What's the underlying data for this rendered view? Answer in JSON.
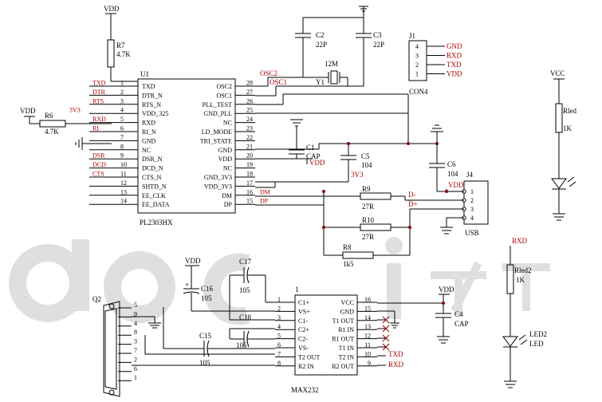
{
  "parts": {
    "vdd_r7": "VDD",
    "r7": {
      "ref": "R7",
      "val": "4.7K"
    },
    "u1": {
      "ref": "U1",
      "part": "PL2303HX"
    },
    "c2": {
      "ref": "C2",
      "val": "22P"
    },
    "c3": {
      "ref": "C3",
      "val": "22P"
    },
    "y1": {
      "ref": "Y1",
      "val": "12M"
    },
    "j1": {
      "ref": "J1",
      "part": "CON4",
      "pins": [
        "4",
        "3",
        "2",
        "1"
      ],
      "labels": [
        "GND",
        "RXD",
        "TXD",
        "VDD"
      ]
    },
    "vdd_r6": "VDD",
    "r6": {
      "ref": "R6",
      "val": "4.7K"
    },
    "c1": {
      "ref": "C1",
      "val": "CAP"
    },
    "c5": {
      "ref": "C5",
      "val": "104"
    },
    "c6": {
      "ref": "C6",
      "val": "104"
    },
    "j4": {
      "ref": "J4",
      "part": "USB",
      "pins": [
        "1",
        "2",
        "3",
        "4"
      ]
    },
    "vcc": "VCC",
    "rled": {
      "ref": "Rled",
      "val": "1K"
    },
    "rxd_top": "RXD",
    "rled2": {
      "ref": "Rled2",
      "val": "1K"
    },
    "led2": {
      "ref": "LED2",
      "val": "LED"
    },
    "r9": {
      "ref": "R9",
      "val": "27R"
    },
    "r10": {
      "ref": "R10",
      "val": "27R"
    },
    "r8": {
      "ref": "R8",
      "val": "1k5"
    },
    "vdd_c16": "VDD",
    "c16": {
      "ref": "C16",
      "val": "105"
    },
    "c17": {
      "ref": "C17",
      "val": "105"
    },
    "c18": {
      "ref": "C18",
      "val": "105"
    },
    "c15": {
      "ref": "C15",
      "val": "105"
    },
    "c4": {
      "ref": "C4",
      "val": "CAP"
    },
    "vdd_c4": "VDD",
    "q2": {
      "ref": "Q2",
      "pins": [
        "5",
        "9",
        "4",
        "8",
        "3",
        "7",
        "2",
        "6",
        "1"
      ]
    },
    "max": {
      "ref": "MAX232",
      "pin1": "1"
    }
  },
  "u1_left": [
    {
      "num": "1",
      "name": "TXD",
      "net": "TXD"
    },
    {
      "num": "2",
      "name": "DTR_N",
      "net": "DTR"
    },
    {
      "num": "3",
      "name": "RTS_N",
      "net": "RTS"
    },
    {
      "num": "4",
      "name": "VDD_325",
      "net": "3V3"
    },
    {
      "num": "5",
      "name": "RXD",
      "net": "RXD"
    },
    {
      "num": "6",
      "name": "RI_N",
      "net": "RI"
    },
    {
      "num": "7",
      "name": "GND",
      "net": ""
    },
    {
      "num": "8",
      "name": "NC",
      "net": ""
    },
    {
      "num": "9",
      "name": "DSR_N",
      "net": "DSR"
    },
    {
      "num": "10",
      "name": "DCD_N",
      "net": "DCD"
    },
    {
      "num": "11",
      "name": "CTS_N",
      "net": "CTS"
    },
    {
      "num": "12",
      "name": "SHTD_N",
      "net": ""
    },
    {
      "num": "13",
      "name": "EE_CLK",
      "net": ""
    },
    {
      "num": "14",
      "name": "EE_DATA",
      "net": ""
    }
  ],
  "u1_right": [
    {
      "num": "28",
      "name": "OSC2",
      "net": "OSC2"
    },
    {
      "num": "27",
      "name": "OSC1",
      "net": "OSC1"
    },
    {
      "num": "26",
      "name": "PLL_TEST",
      "net": ""
    },
    {
      "num": "25",
      "name": "GND_PLL",
      "net": ""
    },
    {
      "num": "24",
      "name": "NC",
      "net": ""
    },
    {
      "num": "23",
      "name": "LD_MODE",
      "net": ""
    },
    {
      "num": "22",
      "name": "TRI_STATE",
      "net": ""
    },
    {
      "num": "21",
      "name": "GND",
      "net": ""
    },
    {
      "num": "20",
      "name": "VDD",
      "net": "VDD"
    },
    {
      "num": "19",
      "name": "NC",
      "net": ""
    },
    {
      "num": "18",
      "name": "GND_3V3",
      "net": "3V3"
    },
    {
      "num": "17",
      "name": "VDD_3V3",
      "net": ""
    },
    {
      "num": "16",
      "name": "DM",
      "net": "DM"
    },
    {
      "num": "15",
      "name": "DP",
      "net": "DP"
    }
  ],
  "usb_nets": {
    "dm": "D-",
    "dp": "D+",
    "vdd": "VDD"
  },
  "max_left": [
    {
      "num": "1",
      "name": "C1+"
    },
    {
      "num": "2",
      "name": "VS+"
    },
    {
      "num": "3",
      "name": "C1-"
    },
    {
      "num": "4",
      "name": "C2+"
    },
    {
      "num": "5",
      "name": "C2-"
    },
    {
      "num": "6",
      "name": "VS-"
    },
    {
      "num": "7",
      "name": "T2 OUT"
    },
    {
      "num": "8",
      "name": "R2 IN"
    }
  ],
  "max_right": [
    {
      "num": "16",
      "name": "VCC"
    },
    {
      "num": "15",
      "name": "GND"
    },
    {
      "num": "14",
      "name": "T1 OUT"
    },
    {
      "num": "13",
      "name": "R1 IN"
    },
    {
      "num": "12",
      "name": "R1 OUT"
    },
    {
      "num": "11",
      "name": "T1 IN"
    },
    {
      "num": "10",
      "name": "T2 IN"
    },
    {
      "num": "9",
      "name": "R2 OUT"
    }
  ],
  "max_nets": {
    "txd": "TXD",
    "rxd": "RXD"
  }
}
